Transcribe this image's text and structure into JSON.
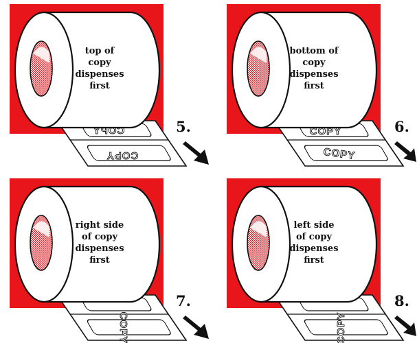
{
  "colors": {
    "backing": "#e8151b",
    "ink": "#111111",
    "paper": "#ffffff",
    "hole_fill": "#e8151b"
  },
  "panels": [
    {
      "id": "p5",
      "number": "5.",
      "lines": [
        "top of",
        "copy",
        "dispenses",
        "first"
      ],
      "copy_label": "COPY"
    },
    {
      "id": "p6",
      "number": "6.",
      "lines": [
        "bottom of",
        "copy",
        "dispenses",
        "first"
      ],
      "copy_label": "COPY"
    },
    {
      "id": "p7",
      "number": "7.",
      "lines": [
        "right side",
        "of copy",
        "dispenses",
        "first"
      ],
      "copy_label": "COPY"
    },
    {
      "id": "p8",
      "number": "8.",
      "lines": [
        "left side",
        "of copy",
        "dispenses",
        "first"
      ],
      "copy_label": "COPY"
    }
  ]
}
